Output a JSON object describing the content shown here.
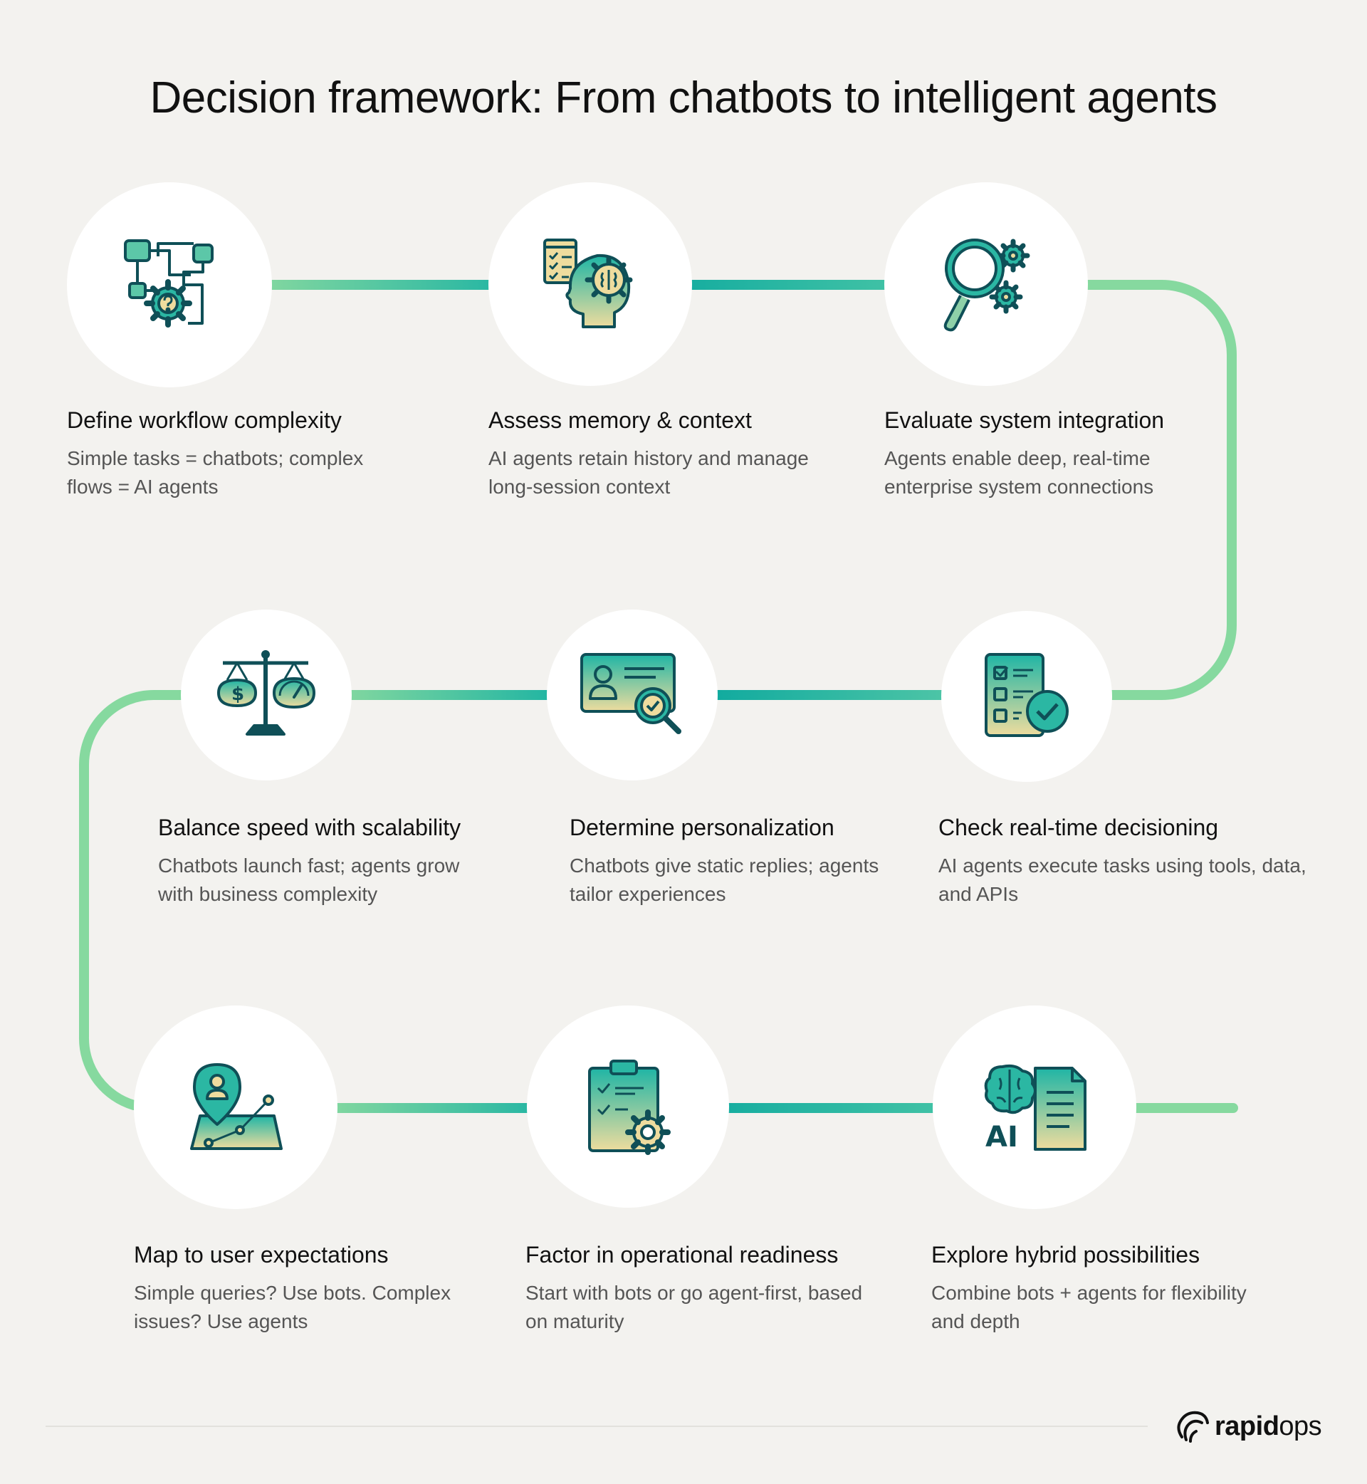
{
  "title": "Decision framework: From chatbots to intelligent agents",
  "steps": [
    {
      "title": "Define workflow complexity",
      "desc": "Simple tasks = chatbots; complex flows = AI agents",
      "icon": "workflow-icon"
    },
    {
      "title": "Assess memory & context",
      "desc": "AI agents retain history and manage long-session context",
      "icon": "brain-head-icon"
    },
    {
      "title": "Evaluate system integration",
      "desc": "Agents enable deep, real-time enterprise system connections",
      "icon": "magnifier-gears-icon"
    },
    {
      "title": "Check real-time decisioning",
      "desc": "AI agents execute tasks using tools, data, and APIs",
      "icon": "checklist-icon"
    },
    {
      "title": "Determine personalization",
      "desc": "Chatbots give static replies; agents tailor experiences",
      "icon": "profile-card-icon"
    },
    {
      "title": "Balance speed with scalability",
      "desc": "Chatbots launch fast; agents grow with business complexity",
      "icon": "scale-icon"
    },
    {
      "title": "Map to user expectations",
      "desc": "Simple queries? Use bots. Complex issues? Use agents",
      "icon": "map-pin-icon"
    },
    {
      "title": "Factor in operational readiness",
      "desc": "Start with bots or go agent-first, based on maturity",
      "icon": "clipboard-gear-icon"
    },
    {
      "title": "Explore hybrid possibilities",
      "desc": "Combine bots + agents for flexibility and depth",
      "icon": "ai-document-icon"
    }
  ],
  "brand": {
    "bold": "rapid",
    "regular": "ops"
  },
  "colors": {
    "teal": "#13b0a0",
    "mint": "#86d99f",
    "dark": "#0f4f57",
    "cream": "#ecdb9f",
    "background": "#f3f2ef"
  }
}
